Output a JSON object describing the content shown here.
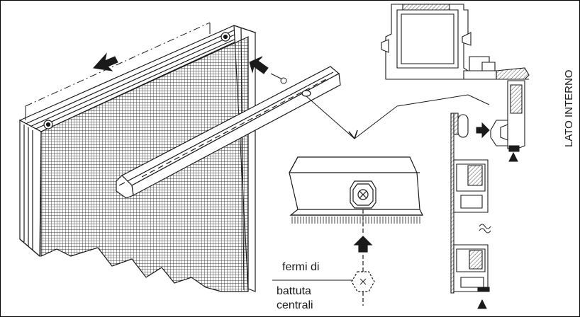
{
  "labels": {
    "side": "LATO INTERNO",
    "stops_line1": "fermi di",
    "stops_line2": "battuta",
    "stops_line3": "centrali"
  },
  "colors": {
    "ink": "#1a1a1a",
    "mesh": "#3a3a3a",
    "paper": "#ffffff"
  }
}
